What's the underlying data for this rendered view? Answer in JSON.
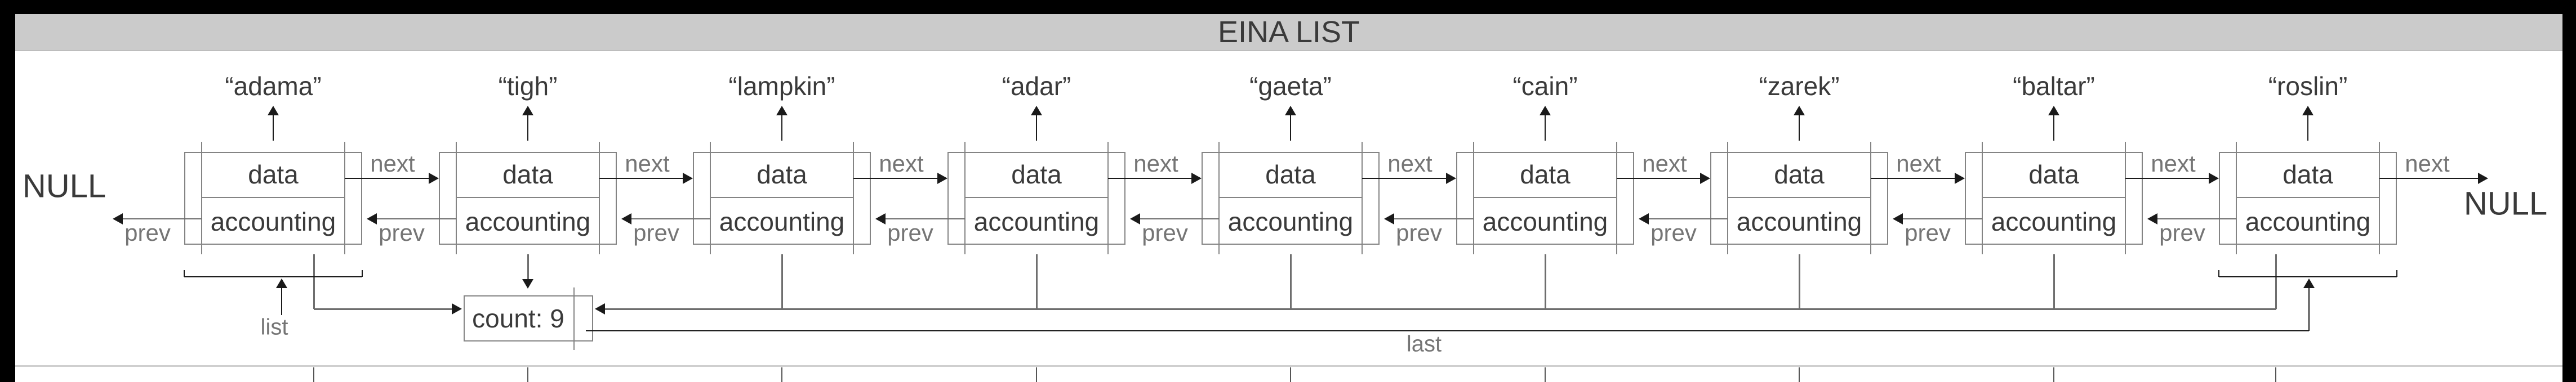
{
  "title": "EINA LIST",
  "null_left": "NULL",
  "null_right": "NULL",
  "labels": {
    "next": "next",
    "prev": "prev",
    "data": "data",
    "accounting": "accounting",
    "list": "list",
    "last": "last"
  },
  "count_box": {
    "label": "count: 9"
  },
  "nodes": [
    {
      "name": "“adama”"
    },
    {
      "name": "“tigh”"
    },
    {
      "name": "“lampkin”"
    },
    {
      "name": "“adar”"
    },
    {
      "name": "“gaeta”"
    },
    {
      "name": "“cain”"
    },
    {
      "name": "“zarek”"
    },
    {
      "name": "“baltar”"
    },
    {
      "name": "“roslin”"
    }
  ],
  "colors": {
    "frame": "#000000",
    "title_bar_bg": "#cbcbcb",
    "box_line": "#848484",
    "arrow_black": "#1a1a1a",
    "pointer_gray": "#6e6e6e",
    "label_gray": "#757575",
    "text_dark": "#3a3a3a",
    "divider": "#cfcfcf",
    "background": "#ffffff"
  }
}
